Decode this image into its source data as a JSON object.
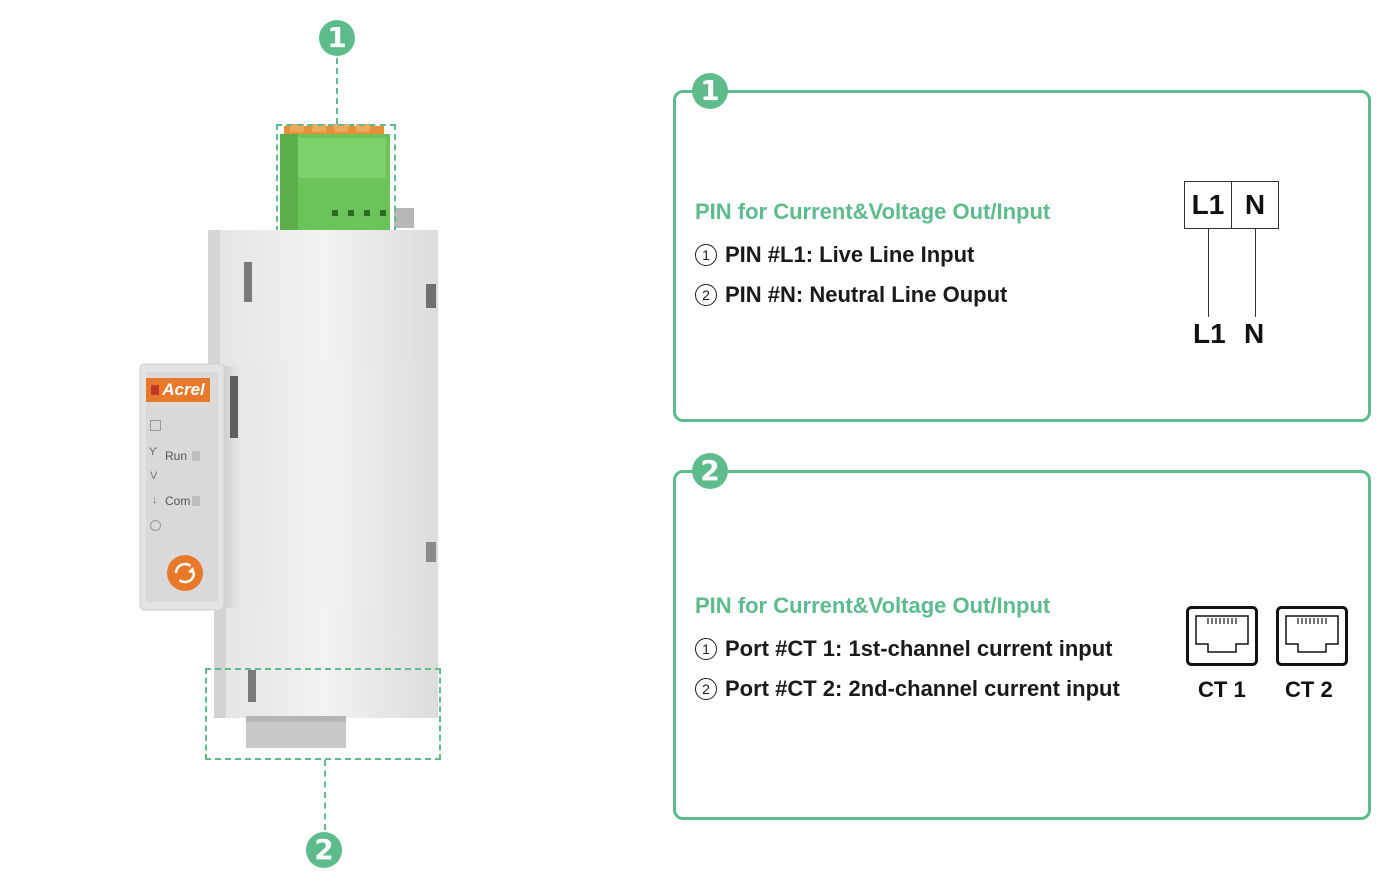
{
  "callouts": {
    "top_badge": "1",
    "bottom_badge": "2"
  },
  "device": {
    "brand": "Acrel",
    "led_run_label": "Run",
    "led_com_label": "Com"
  },
  "panel1": {
    "badge": "1",
    "heading": "PIN for Current&Voltage Out/Input",
    "pins": [
      {
        "num": "1",
        "text": "PIN #L1: Live Line Input"
      },
      {
        "num": "2",
        "text": "PIN #N: Neutral Line Ouput"
      }
    ],
    "terminal": {
      "top": [
        "L1",
        "N"
      ],
      "bottom": [
        "L1",
        "N"
      ]
    }
  },
  "panel2": {
    "badge": "2",
    "heading": "PIN for Current&Voltage Out/Input",
    "pins": [
      {
        "num": "1",
        "text": "Port #CT 1: 1st-channel current input"
      },
      {
        "num": "2",
        "text": "Port #CT 2: 2nd-channel current input"
      }
    ],
    "ports": [
      "CT 1",
      "CT 2"
    ]
  },
  "colors": {
    "accent": "#5dbb8c",
    "brand_orange": "#e8792a",
    "terminal_green": "#6cc35a"
  }
}
